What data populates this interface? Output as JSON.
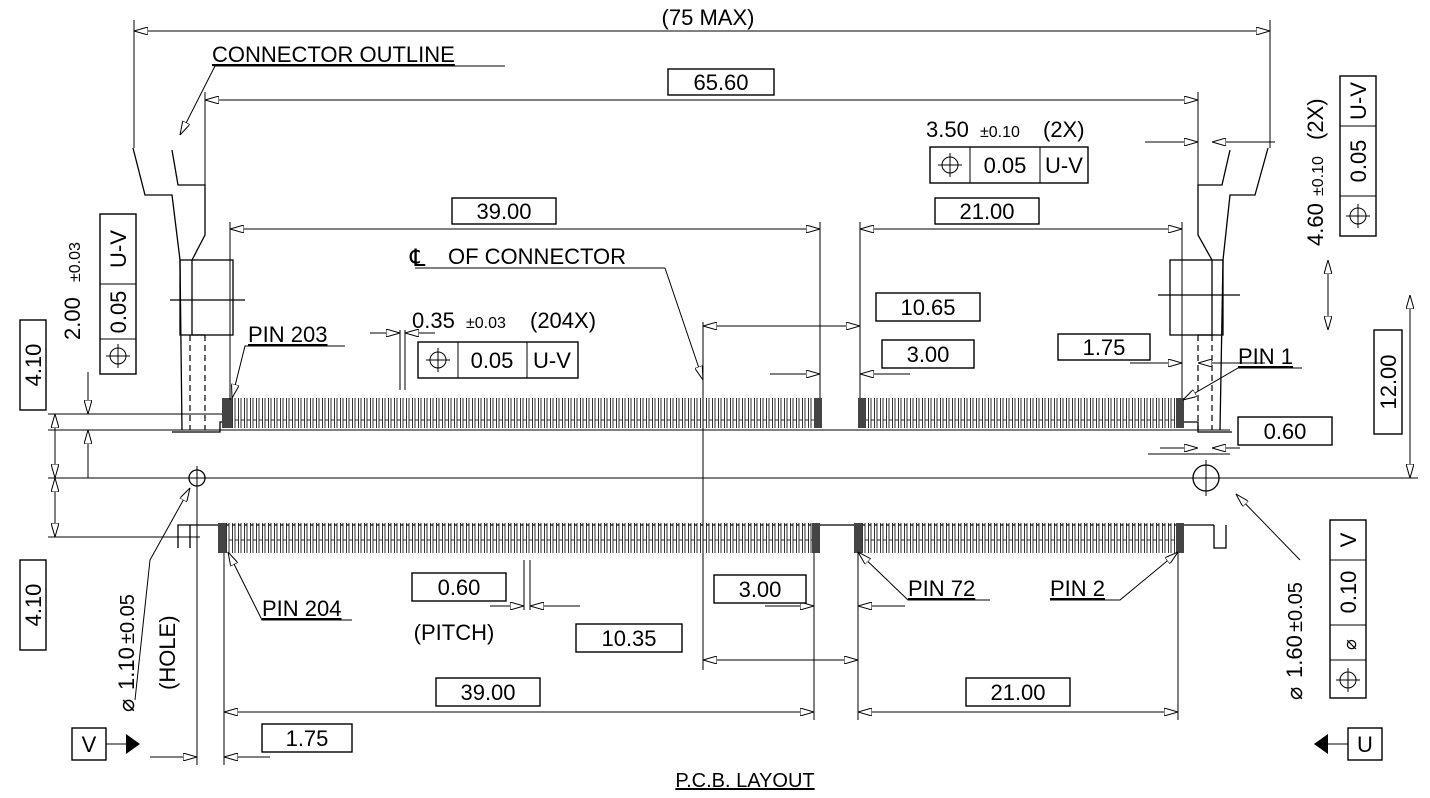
{
  "drawing": {
    "title": "P.C.B. LAYOUT",
    "overall_max": "(75 MAX)",
    "connector_outline": "CONNECTOR OUTLINE",
    "centerline": "OF CONNECTOR",
    "centerline_symbol": "℄"
  },
  "dimensions": {
    "width_inner": "65.60",
    "left_span_top": "39.00",
    "right_span_top": "21.00",
    "left_span_bottom": "39.00",
    "right_span_bottom": "21.00",
    "offset_top_right": "10.65",
    "gap_top": "3.00",
    "gap_bottom": "3.00",
    "offset_bottom": "10.35",
    "edge_right": "1.75",
    "edge_left_bottom": "1.75",
    "pin_offset_right": "0.60",
    "height_right": "12.00",
    "height_upper_left": "4.10",
    "height_lower_left": "4.10",
    "pitch_value": "0.60",
    "pitch_label": "(PITCH)",
    "slot_height": "2.00",
    "slot_height_tol": "±0.03",
    "slot_width": "3.50",
    "slot_width_tol": "±0.10",
    "slot_width_qty": "(2X)",
    "slot_depth": "4.60",
    "slot_depth_tol": "±0.10",
    "slot_depth_qty": "(2X)",
    "pad_width": "0.35",
    "pad_width_tol": "±0.03",
    "pad_qty": "(204X)",
    "hole_left_dia": "1.10",
    "hole_left_tol": "±0.05",
    "hole_left_label": "(HOLE)",
    "hole_right_dia": "1.60",
    "hole_right_tol": "±0.05"
  },
  "tolerances": {
    "pos_tol": "0.05",
    "datum_uv": "U-V",
    "right_tol": "0.10",
    "right_datum": "V",
    "datum_v": "V",
    "datum_u": "U"
  },
  "pins": {
    "pin1": "PIN 1",
    "pin2": "PIN 2",
    "pin72": "PIN 72",
    "pin203": "PIN 203",
    "pin204": "PIN 204"
  }
}
